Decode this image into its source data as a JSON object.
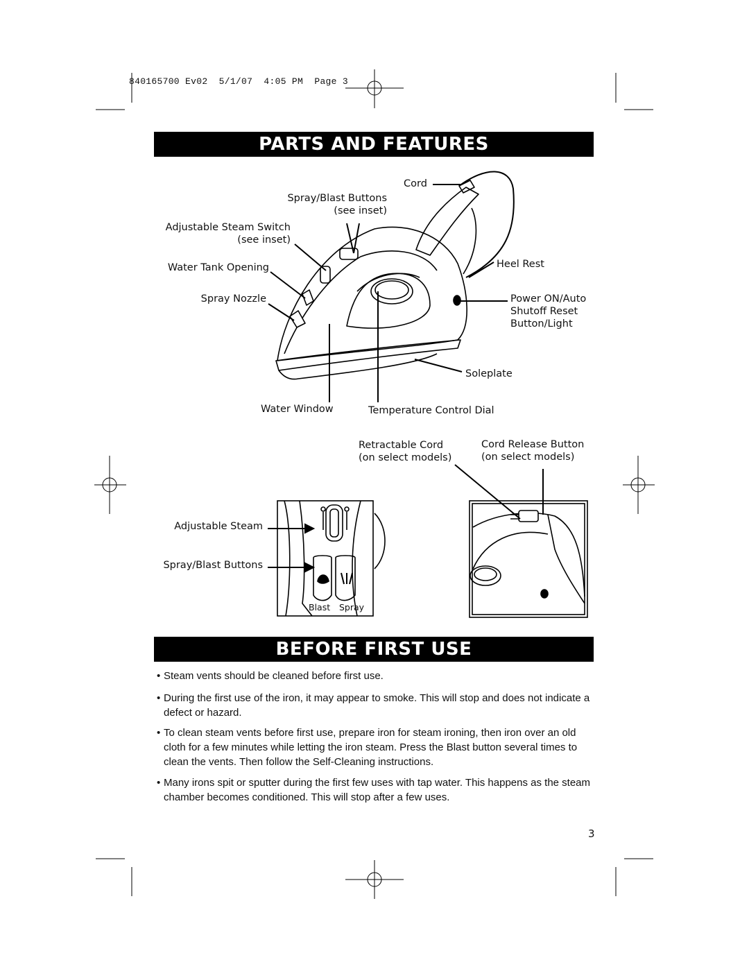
{
  "slug": "840165700 Ev02  5/1/07  4:05 PM  Page 3",
  "section_parts": {
    "title": "PARTS AND FEATURES",
    "labels": {
      "cord": "Cord",
      "spray_blast_buttons": "Spray/Blast Buttons",
      "see_inset_1": "(see inset)",
      "adjustable_steam_switch": "Adjustable Steam Switch",
      "see_inset_2": "(see inset)",
      "water_tank_opening": "Water Tank Opening",
      "spray_nozzle": "Spray Nozzle",
      "heel_rest": "Heel Rest",
      "power_1": "Power ON/Auto",
      "power_2": "Shutoff Reset",
      "power_3": "Button/Light",
      "soleplate": "Soleplate",
      "water_window": "Water Window",
      "temperature_control_dial": "Temperature Control Dial",
      "retractable_cord": "Retractable Cord",
      "retractable_cord_note": "(on select models)",
      "cord_release_button": "Cord Release Button",
      "cord_release_note": "(on select models)",
      "inset_adjustable_steam": "Adjustable Steam",
      "inset_spray_blast_buttons": "Spray/Blast Buttons",
      "inset_blast": "Blast",
      "inset_spray": "Spray"
    }
  },
  "section_before": {
    "title": "BEFORE FIRST USE",
    "bullet": "•",
    "items": [
      "Steam vents should be cleaned before first use.",
      "During the first use of the iron, it may appear to smoke. This will stop and does not indicate a defect or hazard.",
      "To clean steam vents before first use, prepare iron for steam ironing, then iron over an old cloth for a few minutes while letting the iron steam. Press the Blast button several times to clean the vents. Then follow the Self-Cleaning instructions.",
      "Many irons spit or sputter during the first few uses with tap water. This happens as the steam chamber becomes conditioned. This will stop after a few uses."
    ]
  },
  "page_number": "3"
}
